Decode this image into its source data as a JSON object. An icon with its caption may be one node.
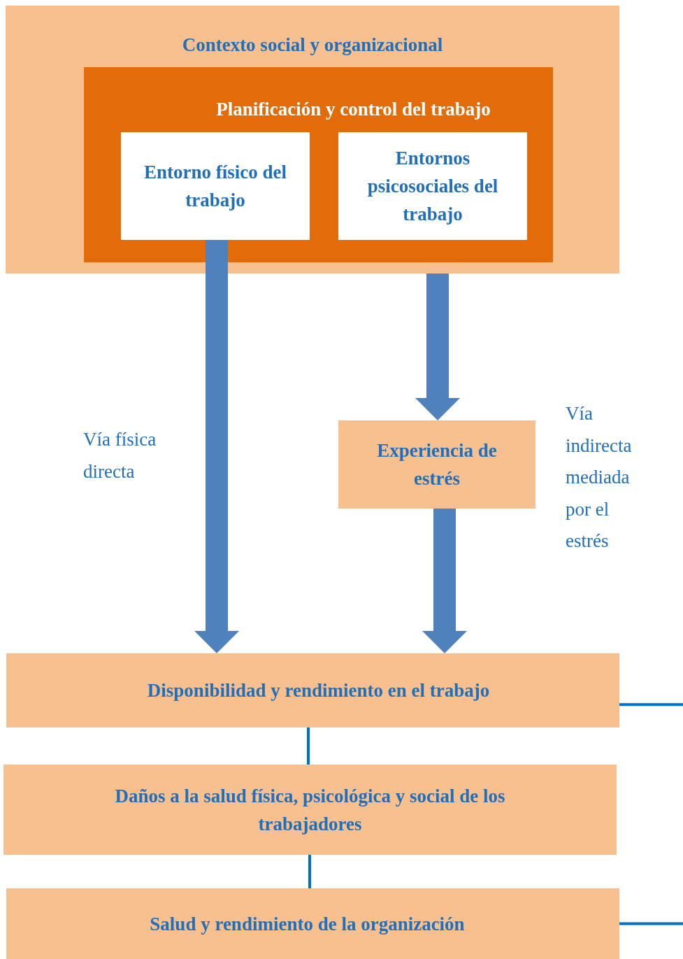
{
  "diagram": {
    "nodes": [
      {
        "text": [
          "Contexto social y organizacional"
        ]
      },
      {
        "text": [
          "Planificación y control del trabajo"
        ],
        "in": 0
      },
      {
        "text": [
          "Entorno físico del trabajo"
        ],
        "in": 1
      },
      {
        "text": [
          "Entornos psicosociales del trabajo"
        ],
        "in": 1
      },
      {
        "text": [
          "Experiencia de estrés"
        ]
      },
      {
        "text": [
          "Disponibilidad y rendimiento en el trabajo"
        ]
      },
      {
        "text": [
          "Daños a la salud física, psicológica y social de los trabajadores"
        ]
      },
      {
        "text": [
          "Salud y rendimiento de la organización"
        ]
      }
    ],
    "edges": [
      {
        "from": 2,
        "to": 5,
        "arrow": "to",
        "style": "thick",
        "color": "#4f81bd"
      },
      {
        "from": 0,
        "to": 4,
        "arrow": "to",
        "style": "thick",
        "color": "#4f81bd"
      },
      {
        "from": 4,
        "to": 5,
        "arrow": "to",
        "style": "thick",
        "color": "#4f81bd"
      },
      {
        "from": 5,
        "to": 6,
        "arrow": "none"
      },
      {
        "from": 6,
        "to": 7,
        "arrow": "none"
      },
      {
        "from": 5,
        "to": null,
        "arrow": "none"
      },
      {
        "from": 7,
        "to": null,
        "arrow": "none"
      }
    ],
    "labels": [
      "Vía física directa",
      "Vía indirecta mediada por el estrés"
    ]
  }
}
